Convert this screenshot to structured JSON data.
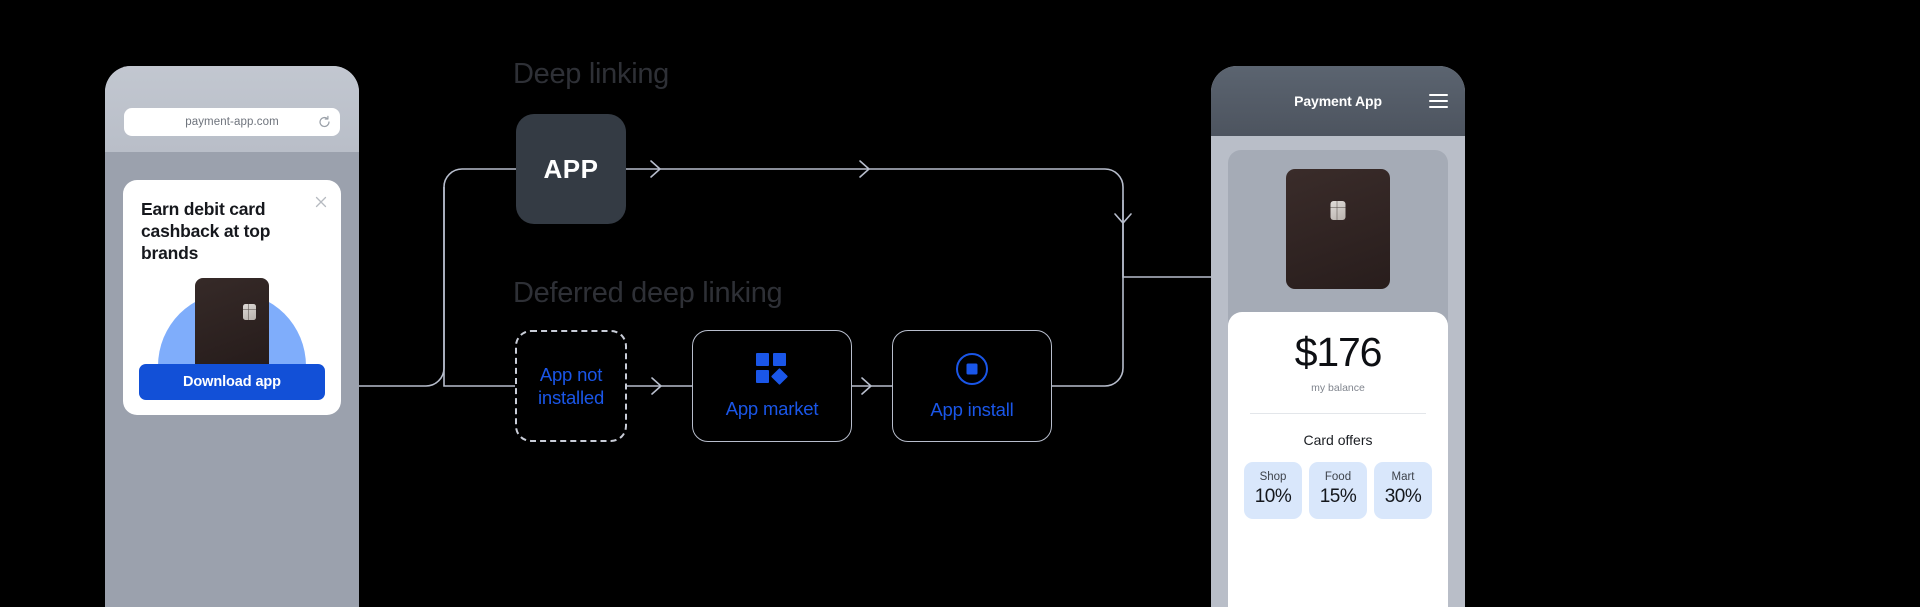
{
  "page": {
    "background": "#000000",
    "accent_blue": "#1a56e8",
    "line_color": "#b7bdcc"
  },
  "left_phone": {
    "name": "browser-phone",
    "url": "payment-app.com",
    "reload_icon": "reload-icon",
    "popup": {
      "title": "Earn debit card cashback at top brands",
      "close_icon": "close-icon",
      "cta_label": "Download app",
      "cta_color": "#1250d7"
    }
  },
  "diagram": {
    "sections": [
      {
        "label": "Deep linking"
      },
      {
        "label": "Deferred deep linking"
      }
    ],
    "nodes": [
      {
        "id": "app",
        "label": "APP",
        "style": "filled-dark"
      },
      {
        "id": "app-not-installed",
        "label": "App not installed",
        "style": "dashed"
      },
      {
        "id": "app-market",
        "label": "App market",
        "icon": "grid-squares-icon",
        "style": "outlined"
      },
      {
        "id": "app-install",
        "label": "App install",
        "icon": "circle-square-icon",
        "style": "outlined"
      }
    ]
  },
  "right_phone": {
    "name": "payment-app-phone",
    "header_title": "Payment App",
    "menu_icon": "hamburger-menu-icon",
    "balance": {
      "amount": "$176",
      "label": "my balance"
    },
    "offers": {
      "title": "Card offers",
      "items": [
        {
          "name": "Shop",
          "value": "10%"
        },
        {
          "name": "Food",
          "value": "15%"
        },
        {
          "name": "Mart",
          "value": "30%"
        }
      ]
    }
  }
}
